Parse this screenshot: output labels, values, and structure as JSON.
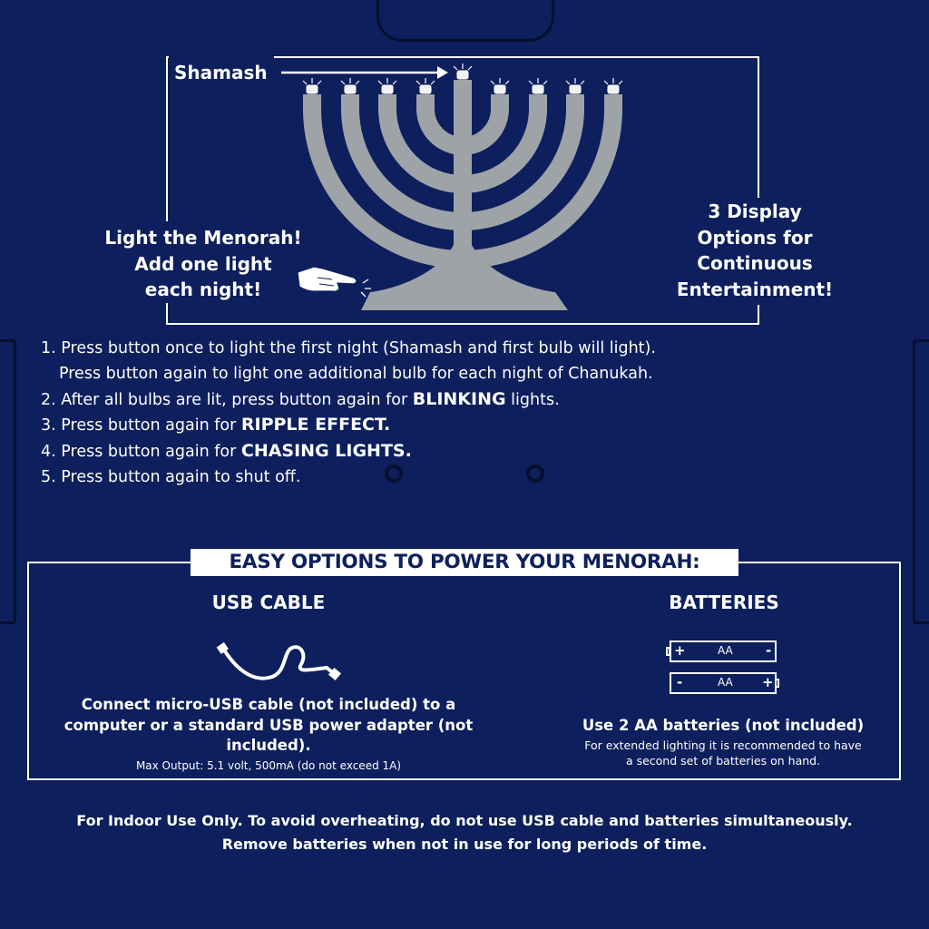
{
  "diagram": {
    "shamash_label": "Shamash",
    "left_callout": [
      "Light the Menorah!",
      "Add one light",
      "each night!"
    ],
    "right_callout": [
      "3 Display",
      "Options for",
      "Continuous",
      "Entertainment!"
    ],
    "colors": {
      "background": "#0d1f5c",
      "menorah": "#9ea3a8",
      "text": "#ffffff"
    },
    "icons": [
      "menorah-icon",
      "pointing-hand-icon"
    ]
  },
  "instructions": {
    "step1_a": "1. Press button once to light the first night (Shamash and first bulb will light).",
    "step1_b": "Press button again to light one additional bulb for each night of Chanukah.",
    "step2_pre": "2. After all bulbs are lit, press button again for ",
    "step2_bold": "BLINKING",
    "step2_post": " lights.",
    "step3_pre": "3. Press button again for ",
    "step3_bold": "RIPPLE EFFECT.",
    "step4_pre": "4. Press button again for ",
    "step4_bold": "CHASING LIGHTS.",
    "step5": "5. Press button again to shut off."
  },
  "power": {
    "title": "EASY OPTIONS TO POWER YOUR MENORAH:",
    "usb": {
      "title": "USB CABLE",
      "icon": "usb-cable-icon",
      "body": [
        "Connect micro-USB cable (not included) to a",
        "computer or a standard USB power adapter (not",
        "included)."
      ],
      "note": "Max Output: 5.1 volt, 500mA (do not exceed 1A)"
    },
    "batteries": {
      "title": "BATTERIES",
      "icon": "battery-icon",
      "battery_label": "AA",
      "plus": "+",
      "minus": "-",
      "body": "Use 2 AA batteries (not included)",
      "note": [
        "For extended lighting it is recommended to have",
        "a second set of batteries on hand."
      ]
    }
  },
  "footer": [
    "For Indoor Use Only. To avoid overheating, do not use USB cable and batteries simultaneously.",
    "Remove batteries when not in use for long periods of time."
  ]
}
